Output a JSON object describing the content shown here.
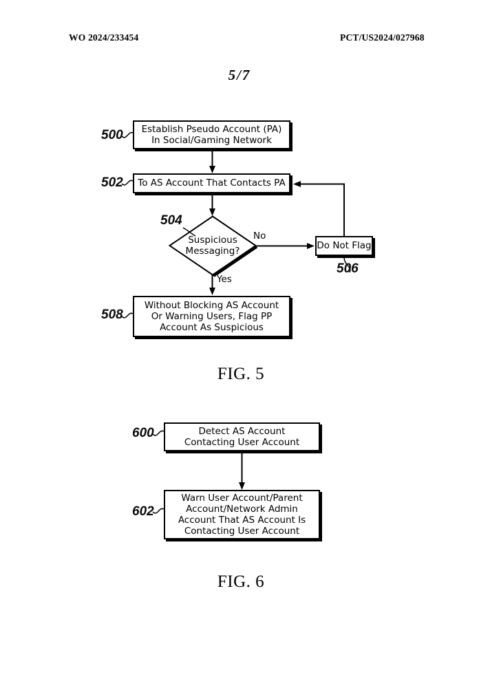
{
  "page": {
    "header_left": "WO 2024/233454",
    "header_right": "PCT/US2024/027968",
    "sheet_index": "5/7"
  },
  "colors": {
    "ink": "#000000",
    "paper": "#ffffff"
  },
  "fig5": {
    "caption": "FIG. 5",
    "branch_labels": {
      "no": "No",
      "yes": "Yes"
    },
    "nodes": {
      "b500": {
        "ref": "500",
        "text": "Establish Pseudo Account (PA)\nIn Social/Gaming Network"
      },
      "b502": {
        "ref": "502",
        "text": "To AS Account That Contacts PA"
      },
      "d504": {
        "ref": "504",
        "text": "Suspicious\nMessaging?"
      },
      "b506": {
        "ref": "506",
        "text": "Do Not Flag"
      },
      "b508": {
        "ref": "508",
        "text": "Without Blocking AS Account\nOr Warning Users, Flag PP\nAccount As Suspicious"
      }
    }
  },
  "fig6": {
    "caption": "FIG. 6",
    "nodes": {
      "b600": {
        "ref": "600",
        "text": "Detect AS Account\nContacting User Account"
      },
      "b602": {
        "ref": "602",
        "text": "Warn User Account/Parent\nAccount/Network Admin\nAccount That AS Account Is\nContacting User Account"
      }
    }
  }
}
